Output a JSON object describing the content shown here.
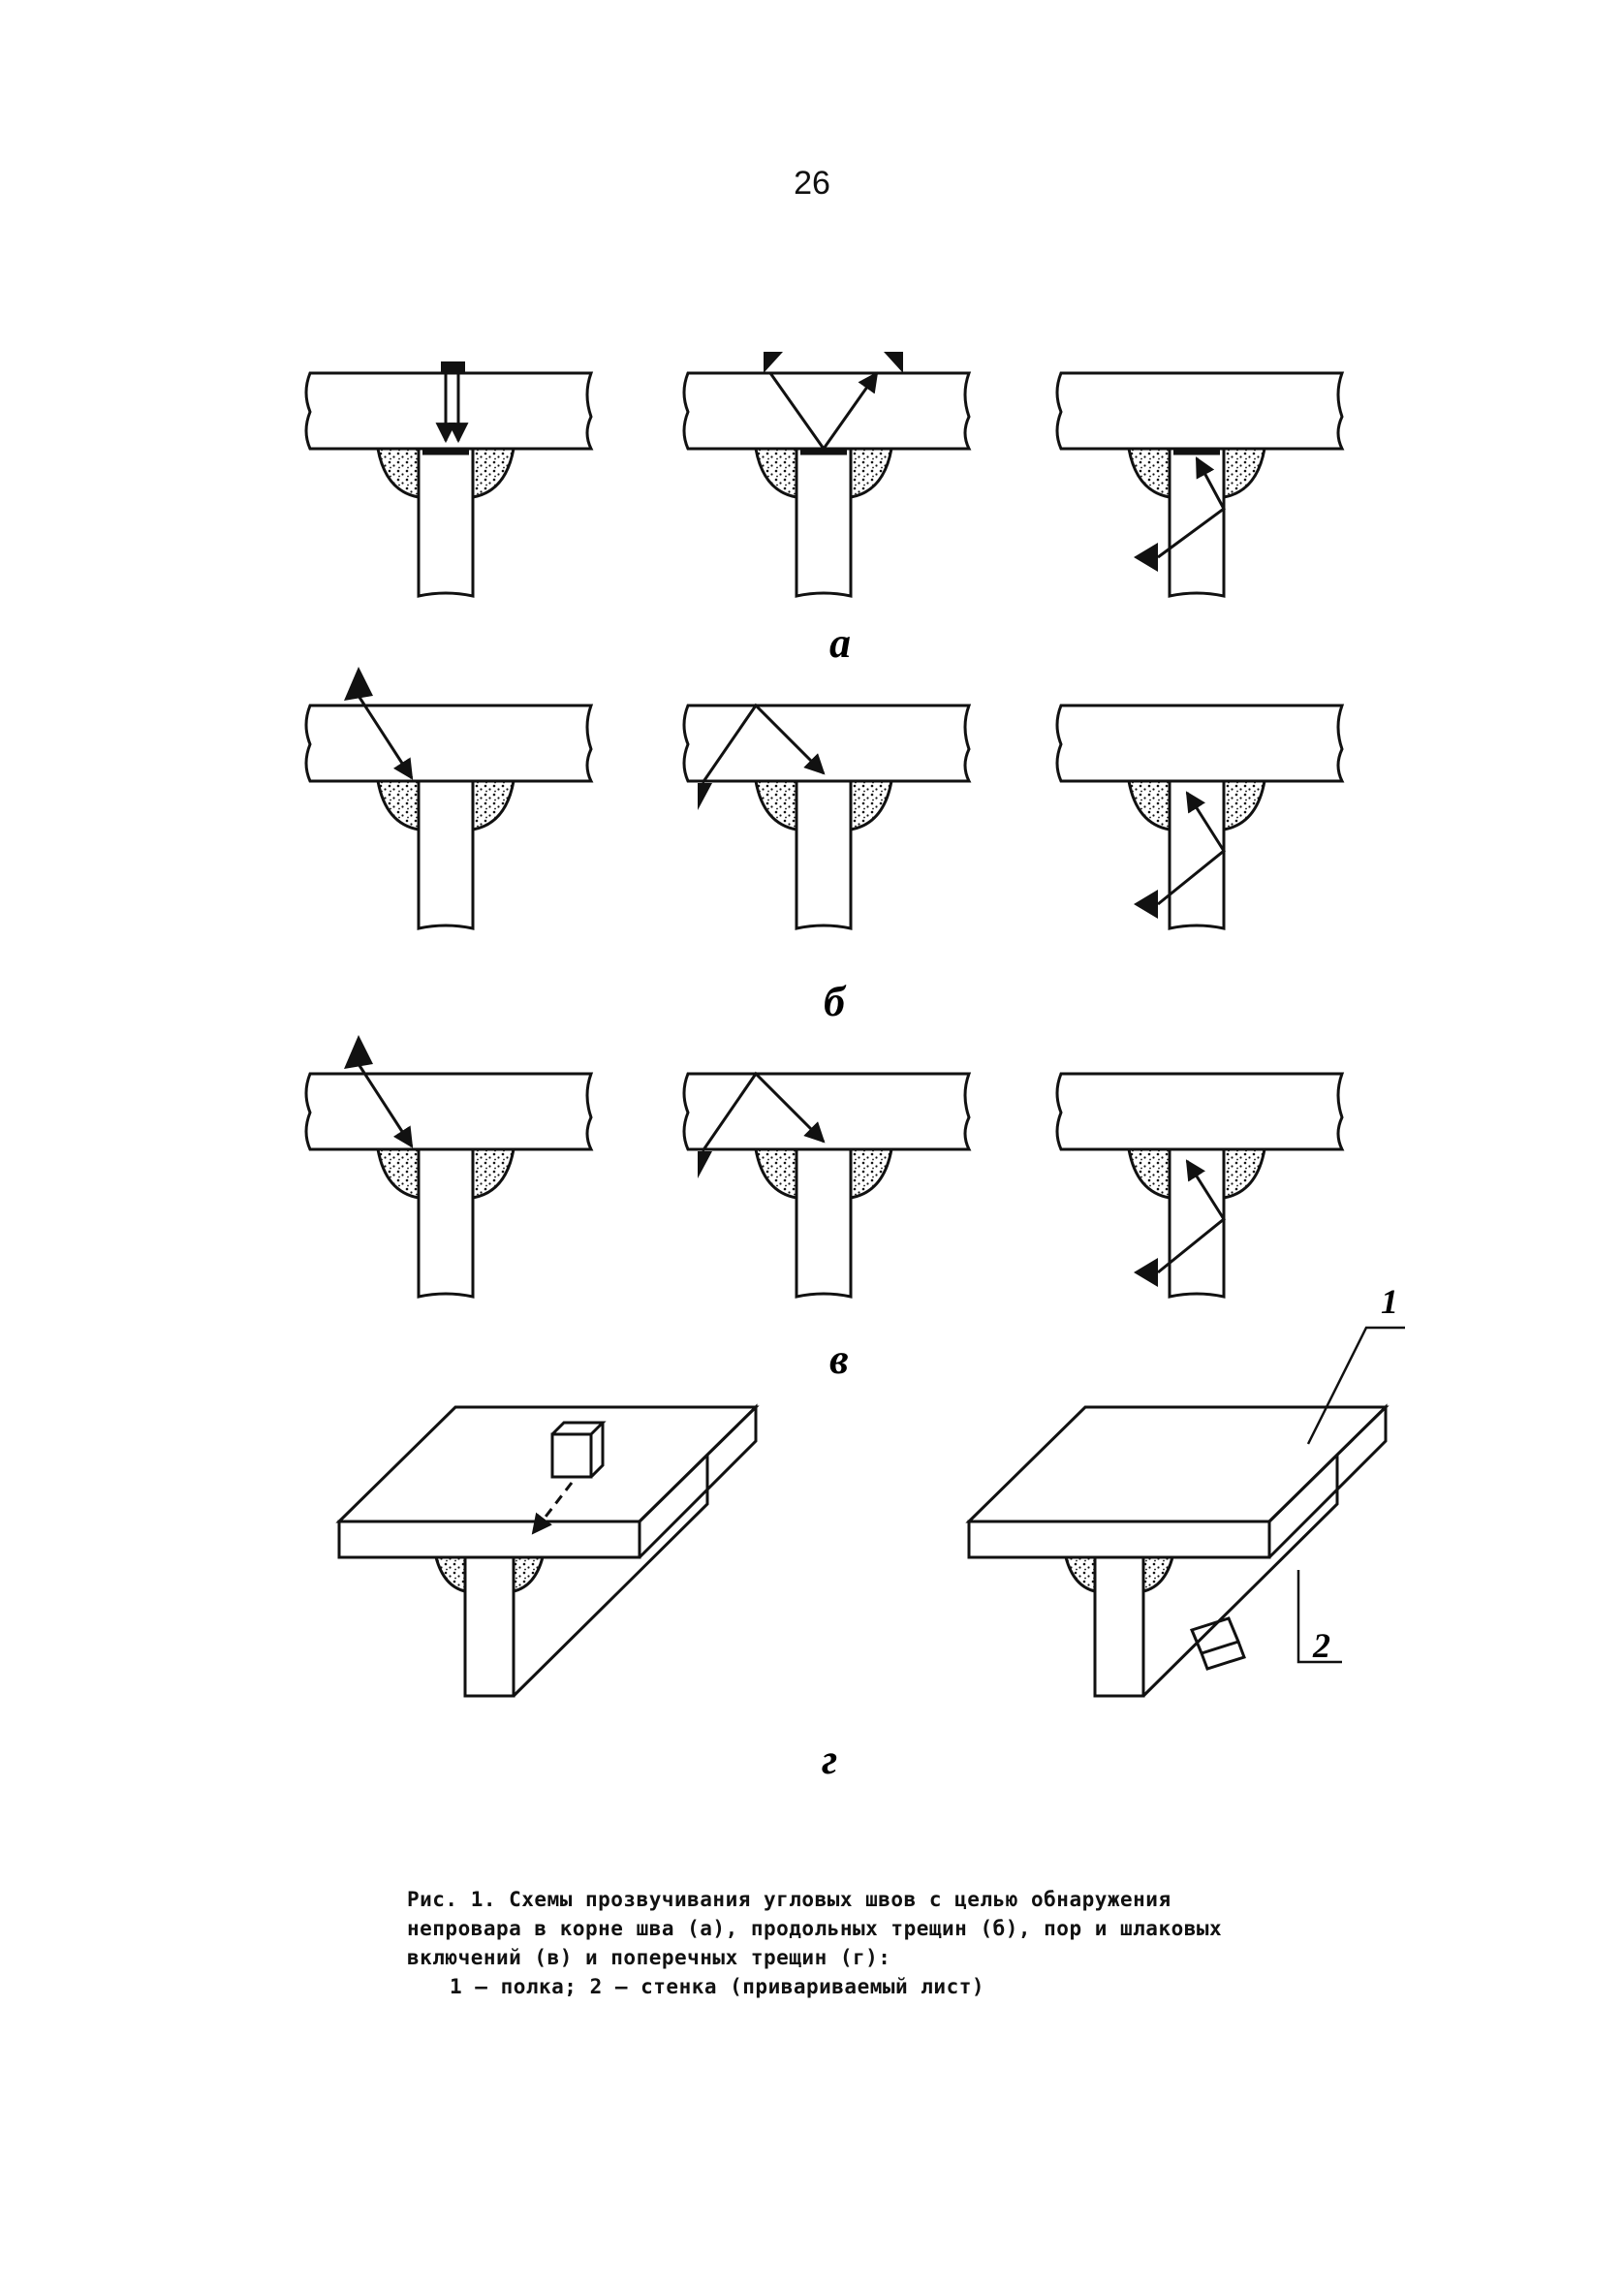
{
  "page": {
    "number": "26"
  },
  "figure": {
    "row_labels": {
      "a": "а",
      "b": "б",
      "c": "в",
      "d": "г"
    },
    "part_labels": {
      "flange": "1",
      "web": "2"
    },
    "colors": {
      "ink": "#111111",
      "paper": "#ffffff"
    }
  },
  "caption": {
    "text": "Рис. 1. Схемы прозвучивания угловых швов с целью обнаружения непровара в корне шва (а), продольных трещин (б), пор и шлаковых включений (в) и поперечных трещин (г):",
    "legend": "1 – полка; 2 – стенка (привариваемый лист)"
  }
}
